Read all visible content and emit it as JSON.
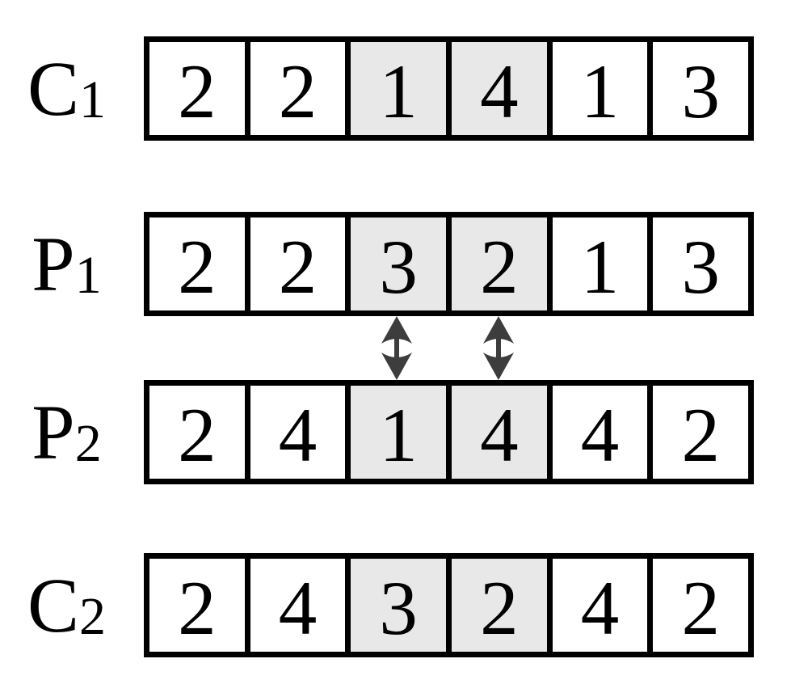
{
  "figure": {
    "colors": {
      "background": "#ffffff",
      "border": "#000000",
      "text": "#000000",
      "shaded_fill": "#e8e8e8",
      "cell_fill": "#ffffff",
      "arrow": "#3d3d3d"
    },
    "rows": [
      {
        "id": "C1",
        "label_main": "C",
        "label_sub": "1",
        "cells": [
          {
            "value": "2",
            "shaded": false
          },
          {
            "value": "2",
            "shaded": false
          },
          {
            "value": "1",
            "shaded": true
          },
          {
            "value": "4",
            "shaded": true
          },
          {
            "value": "1",
            "shaded": false
          },
          {
            "value": "3",
            "shaded": false
          }
        ]
      },
      {
        "id": "P1",
        "label_main": "P",
        "label_sub": "1",
        "cells": [
          {
            "value": "2",
            "shaded": false
          },
          {
            "value": "2",
            "shaded": false
          },
          {
            "value": "3",
            "shaded": true
          },
          {
            "value": "2",
            "shaded": true
          },
          {
            "value": "1",
            "shaded": false
          },
          {
            "value": "3",
            "shaded": false
          }
        ]
      },
      {
        "id": "P2",
        "label_main": "P",
        "label_sub": "2",
        "cells": [
          {
            "value": "2",
            "shaded": false
          },
          {
            "value": "4",
            "shaded": false
          },
          {
            "value": "1",
            "shaded": true
          },
          {
            "value": "4",
            "shaded": true
          },
          {
            "value": "4",
            "shaded": false
          },
          {
            "value": "2",
            "shaded": false
          }
        ]
      },
      {
        "id": "C2",
        "label_main": "C",
        "label_sub": "2",
        "cells": [
          {
            "value": "2",
            "shaded": false
          },
          {
            "value": "4",
            "shaded": false
          },
          {
            "value": "3",
            "shaded": true
          },
          {
            "value": "2",
            "shaded": true
          },
          {
            "value": "4",
            "shaded": false
          },
          {
            "value": "2",
            "shaded": false
          }
        ]
      }
    ],
    "arrows": [
      {
        "name": "swap-arrow-position-3"
      },
      {
        "name": "swap-arrow-position-4"
      }
    ]
  }
}
